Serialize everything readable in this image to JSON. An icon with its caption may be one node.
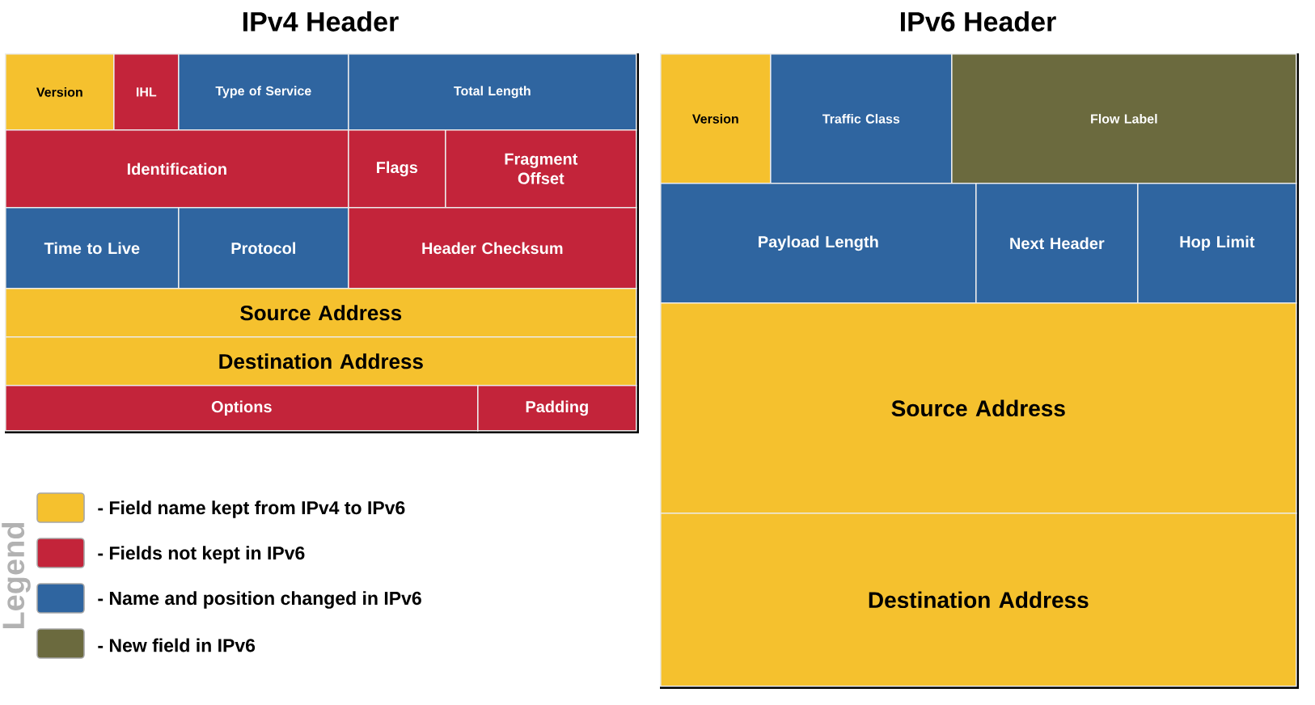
{
  "diagram": {
    "nodes": [
      {
        "text": [
          "IPv4 Header"
        ]
      },
      {
        "text": [
          "Version"
        ],
        "in": 0
      },
      {
        "text": [
          "IHL"
        ],
        "in": 0
      },
      {
        "text": [
          "Type of Service"
        ],
        "in": 0
      },
      {
        "text": [
          "Total Length"
        ],
        "in": 0
      },
      {
        "text": [
          "Identification"
        ],
        "in": 0
      },
      {
        "text": [
          "Flags"
        ],
        "in": 0
      },
      {
        "text": [
          "Fragment Offset"
        ],
        "in": 0
      },
      {
        "text": [
          "Time to Live"
        ],
        "in": 0
      },
      {
        "text": [
          "Protocol"
        ],
        "in": 0
      },
      {
        "text": [
          "Header Checksum"
        ],
        "in": 0
      },
      {
        "text": [
          "Source Address"
        ],
        "in": 0
      },
      {
        "text": [
          "Destination Address"
        ],
        "in": 0
      },
      {
        "text": [
          "Options"
        ],
        "in": 0
      },
      {
        "text": [
          "Padding"
        ],
        "in": 0
      },
      {
        "text": [
          "IPv6 Header"
        ]
      },
      {
        "text": [
          "Version"
        ],
        "in": 15
      },
      {
        "text": [
          "Traffic Class"
        ],
        "in": 15
      },
      {
        "text": [
          "Flow Label"
        ],
        "in": 15
      },
      {
        "text": [
          "Payload Length"
        ],
        "in": 15
      },
      {
        "text": [
          "Next Header"
        ],
        "in": 15
      },
      {
        "text": [
          "Hop Limit"
        ],
        "in": 15
      },
      {
        "text": [
          "Source Address"
        ],
        "in": 15
      },
      {
        "text": [
          "Destination Address"
        ],
        "in": 15
      }
    ],
    "labels": [
      "Legend"
    ],
    "legend": [
      {
        "text": "- Field name kept from IPv4 to IPv6",
        "color": "#f5c12e"
      },
      {
        "text": "- Fields not kept in IPv6",
        "color": "#c3243a"
      },
      {
        "text": "- Name and position changed in IPv6",
        "color": "#2f65a0"
      },
      {
        "text": "- New field in IPv6",
        "color": "#6b6a3e"
      }
    ]
  }
}
